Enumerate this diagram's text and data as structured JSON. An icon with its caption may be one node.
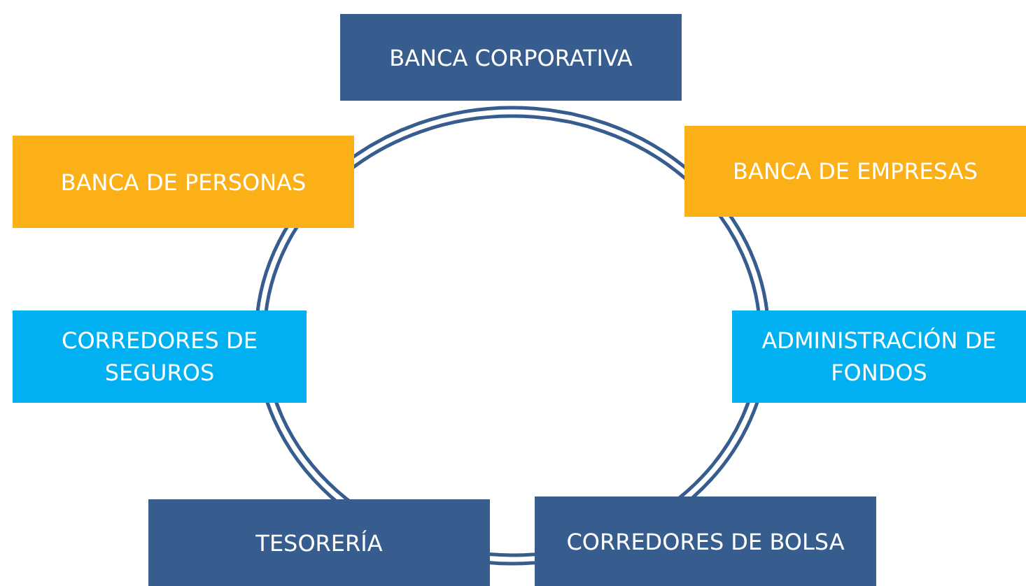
{
  "diagram": {
    "nodes": [
      {
        "text": [
          "BANCA CORPORATIVA"
        ]
      },
      {
        "text": [
          "BANCA DE PERSONAS"
        ]
      },
      {
        "text": [
          "BANCA DE EMPRESAS"
        ]
      },
      {
        "text": [
          "CORREDORES DE SEGUROS"
        ]
      },
      {
        "text": [
          "ADMINISTRACIÓN DE FONDOS"
        ]
      },
      {
        "text": [
          "TESORERÍA"
        ]
      },
      {
        "text": [
          "CORREDORES DE BOLSA"
        ]
      }
    ]
  }
}
